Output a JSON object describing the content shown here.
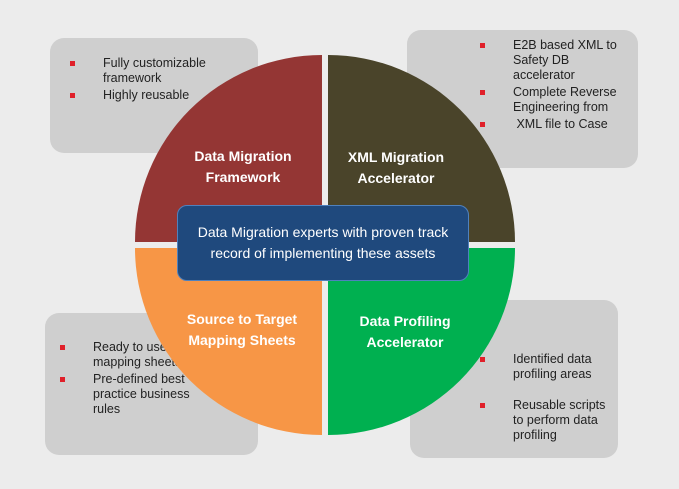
{
  "center_text": "Data Migration experts with proven track record of implementing these assets",
  "quadrants": [
    {
      "label": "Data Migration Framework",
      "color": "#943634"
    },
    {
      "label": "XML Migration Accelerator",
      "color": "#4a442a"
    },
    {
      "label": "Source to Target Mapping Sheets",
      "color": "#f79646"
    },
    {
      "label": "Data Profiling Accelerator",
      "color": "#00b050"
    }
  ],
  "boxes": {
    "top_left": [
      "Fully customizable framework",
      "Highly reusable"
    ],
    "top_right": [
      "E2B based XML to Safety DB accelerator",
      "Complete Reverse Engineering from",
      " XML file to Case"
    ],
    "bottom_left": [
      "Ready to use mapping sheets",
      "Pre-defined best practice business rules"
    ],
    "bottom_right": [
      "Identified data profiling areas",
      "Reusable scripts to perform data profiling"
    ]
  }
}
